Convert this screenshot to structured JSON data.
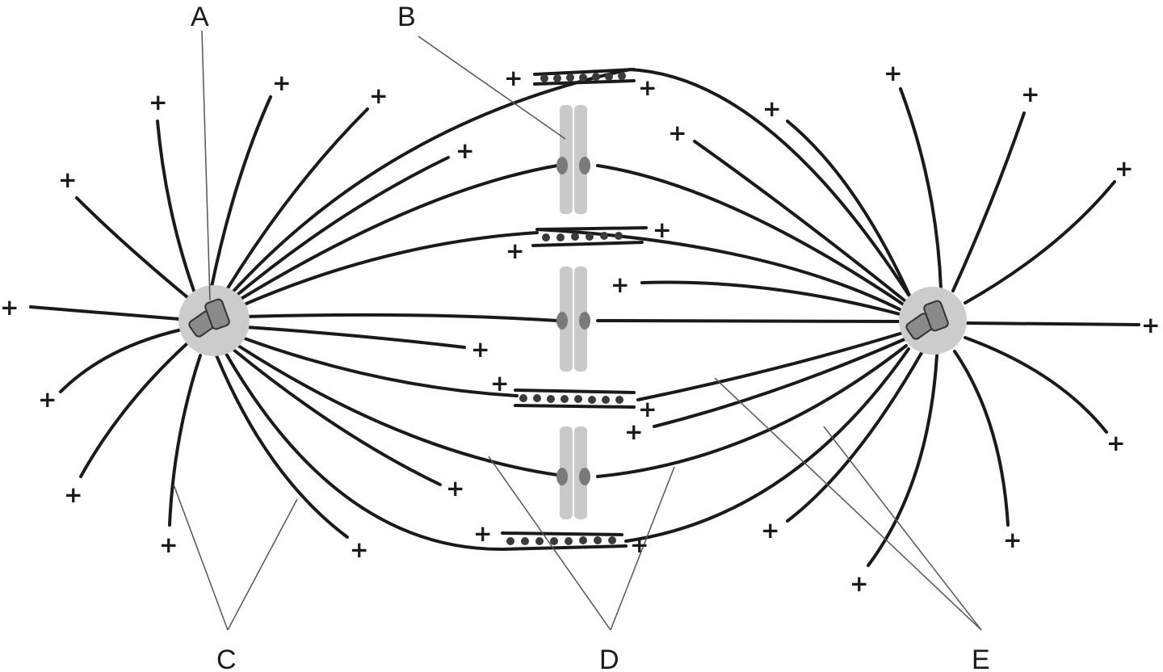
{
  "labels": {
    "a": "A",
    "b": "B",
    "c": "C",
    "d": "D",
    "e": "E"
  },
  "plus_symbol": "+",
  "colors": {
    "microtubule": "#1a1a1a",
    "centrosome": "#cccccc",
    "chromosome": "#c9c9c9",
    "kinetochore": "#7a7a7a"
  }
}
